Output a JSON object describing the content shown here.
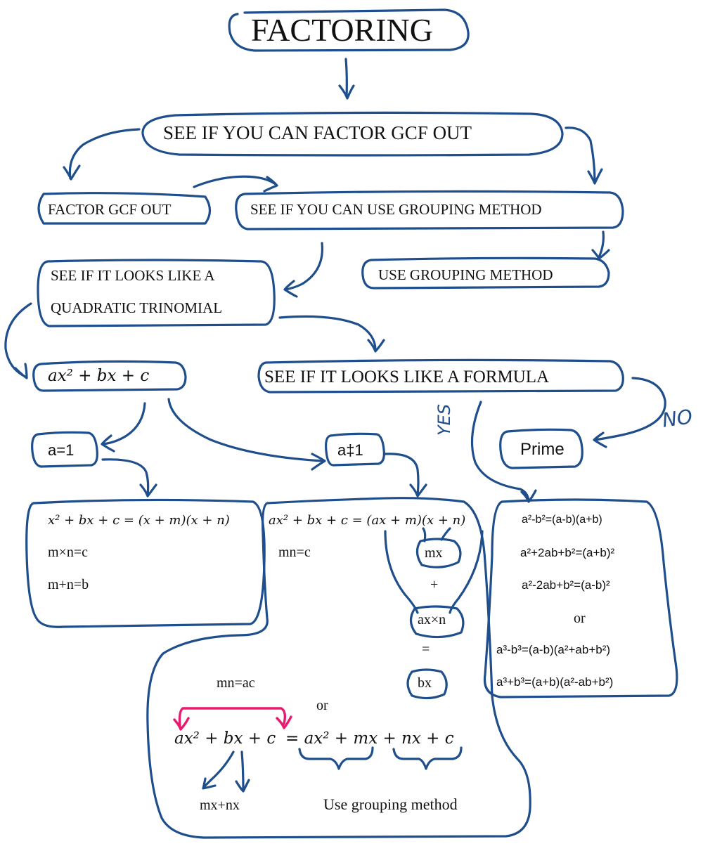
{
  "title": "FACTORING",
  "nodes": {
    "gcf_check": "SEE IF YOU CAN FACTOR GCF OUT",
    "gcf_out": "FACTOR GCF OUT",
    "grouping_check": "SEE IF YOU CAN USE GROUPING METHOD",
    "grouping_use": "USE GROUPING METHOD",
    "quadratic_line1": "SEE IF IT LOOKS LIKE A",
    "quadratic_line2": "QUADRATIC TRINOMIAL",
    "formula_check": "SEE IF IT LOOKS LIKE A FORMULA",
    "general_form": "ax² + bx + c",
    "a_equals_1": "a=1",
    "a_not_1": "a‡1",
    "prime": "Prime"
  },
  "edge_labels": {
    "yes": "YES",
    "no": "NO"
  },
  "a1_box": {
    "equation": "x² + bx + c = (x + m)(x + n)",
    "product": "m×n=c",
    "sum": "m+n=b"
  },
  "an1_box": {
    "equation": "ax² + bx + c = (ax + m)(x + n)",
    "product": "mn=c",
    "term1": "mx",
    "plus": "+",
    "term2": "ax×n",
    "equals": "=",
    "result": "bx",
    "alt_product": "mn=ac",
    "or": "or",
    "grouping_equation_left": "ax² + bx + c",
    "grouping_equation_right": "= ax² + mx + nx + c",
    "split": "mx+nx",
    "grouping_note": "Use grouping method"
  },
  "formulas": {
    "items": [
      "a²-b²=(a-b)(a+b)",
      "a²+2ab+b²=(a+b)²",
      "a²-2ab+b²=(a-b)²",
      "or",
      "a³-b³=(a-b)(a²+ab+b²)",
      "a³+b³=(a+b)(a²-ab+b²)"
    ]
  },
  "colors": {
    "ink": "#1f4e8c",
    "highlight": "#e8196e",
    "text": "#111111"
  }
}
